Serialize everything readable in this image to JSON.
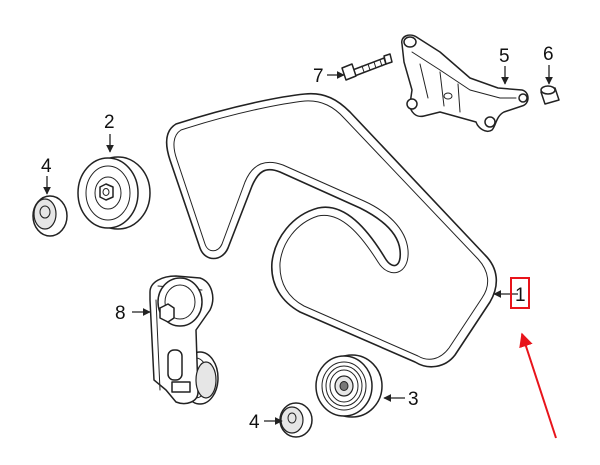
{
  "diagram": {
    "callouts": [
      {
        "key": "belt",
        "label": "1",
        "highlighted": true
      },
      {
        "key": "idler_pulley_top",
        "label": "2"
      },
      {
        "key": "idler_pulley_bottom",
        "label": "3"
      },
      {
        "key": "pulley_cap_upper",
        "label": "4"
      },
      {
        "key": "pulley_cap_lower",
        "label": "4"
      },
      {
        "key": "mounting_bracket",
        "label": "5"
      },
      {
        "key": "spacer",
        "label": "6"
      },
      {
        "key": "bolt",
        "label": "7"
      },
      {
        "key": "tensioner",
        "label": "8"
      }
    ],
    "highlight_color": "#e8141b",
    "line_color": "#222222"
  }
}
